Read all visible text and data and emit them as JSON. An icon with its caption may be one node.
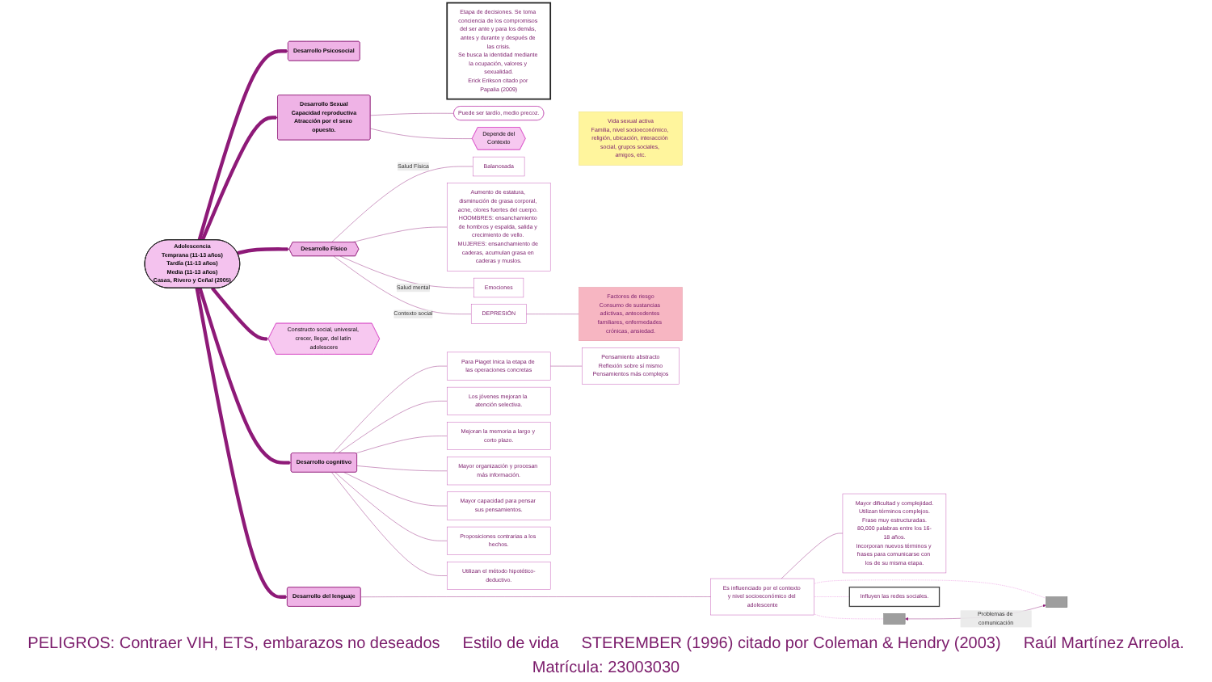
{
  "diagram": {
    "nodes": [
      {
        "text": [
          "Adolescencia",
          "Temprana (11-13 años)",
          "Tardía (11-13 años)",
          "Media (11-13 años)",
          "Casas, Rivero y Ceñal (2005)"
        ]
      },
      {
        "text": [
          "Desarrollo Psicosocial"
        ]
      },
      {
        "text": [
          "Etapa de decisiones. Se toma conciencia de los compromisos del ser ante y para los demás, antes y durante y después de las crisis.",
          "Se busca la identidad mediante la ocupación, valores y sexualidad.",
          "Erick Erikson citado por Papalia (2009)"
        ]
      },
      {
        "text": [
          "Desarrollo Sexual",
          "Capacidad reproductiva",
          "Atracción por el sexo opuesto."
        ]
      },
      {
        "text": [
          "Puede ser tardío, medio precoz."
        ]
      },
      {
        "text": [
          "Depende del",
          "Contexto"
        ]
      },
      {
        "text": [
          "Vida sexual activa",
          "Familia, nivel socioeconómico, religión, ubicación, interacción social, grupos sociales, amigos, etc."
        ]
      },
      {
        "text": [
          "Desarrollo Físico"
        ]
      },
      {
        "text": [
          "Balanceada"
        ]
      },
      {
        "text": [
          "Aumento de estatura, disminución de grasa corporal, acne, olores fuertes del cuerpo. HOOMBRES: ensanchamiento de hombros y espalda, salida y crecimiento de vello. MUJERES: ensanchamiento de caderas, acumulan grasa en caderas y muslos."
        ]
      },
      {
        "text": [
          "Emociones"
        ]
      },
      {
        "text": [
          "DEPRESIÓN"
        ]
      },
      {
        "text": [
          "Factores de riesgo",
          "Consumo de sustancias adictivas, antecedentes familiares, enfermedades crónicas, ansiedad."
        ]
      },
      {
        "text": [
          "Desarrollo cognitivo"
        ]
      },
      {
        "text": [
          "Para Piaget Inica la etapa de las operaciones concretas"
        ]
      },
      {
        "text": [
          "Pensamiento abstracto",
          "Reflexión sobre sí mismo",
          "Pensamientos más complejos"
        ]
      },
      {
        "text": [
          "Los jóvenes mejoran la atención selectiva."
        ]
      },
      {
        "text": [
          "Mejoran la memoria a largo y corto plazo."
        ]
      },
      {
        "text": [
          "Mayor organización y procesan más información."
        ]
      },
      {
        "text": [
          "Mayor capacidad para pensar sus pensamientos."
        ]
      },
      {
        "text": [
          "Proposiciones contrarias a los hechos."
        ]
      },
      {
        "text": [
          "Utilizan el método hipotético-deductivo."
        ]
      },
      {
        "text": [
          "Constructo social, univesral, crecer, llegar, del latín adolescere"
        ]
      },
      {
        "text": [
          "Desarrollo del lenguaje"
        ]
      },
      {
        "text": [
          "Es influenciado por el contexto y nivel socioeconómico del adolescente"
        ]
      },
      {
        "text": [
          "Mayor dificultad y complejidad.",
          "Utilizan términos complejos.",
          "Frase muy estructuradas.",
          "80,000 palabras entre los 16-18 años.",
          "Incorporan nuevos términos y frases para comunicarse con los de su misma etapa."
        ]
      },
      {
        "text": [],
        "shape": "box"
      },
      {
        "text": [],
        "shape": "box"
      },
      {
        "text": [
          "Influyen las redes sociales."
        ]
      }
    ],
    "edges": [
      {
        "from": 0,
        "to": 1,
        "arrow": "to",
        "style": "thick"
      },
      {
        "from": 0,
        "to": 3,
        "arrow": "to",
        "style": "thick"
      },
      {
        "from": 0,
        "to": 7,
        "arrow": "to",
        "style": "thick"
      },
      {
        "from": 0,
        "to": 13,
        "arrow": "to",
        "style": "thick"
      },
      {
        "from": 0,
        "to": 22,
        "arrow": "to",
        "style": "thick"
      },
      {
        "from": 0,
        "to": 23,
        "arrow": "to",
        "style": "thick"
      },
      {
        "from": 3,
        "to": 4,
        "arrow": "none"
      },
      {
        "from": 3,
        "to": 5,
        "arrow": "none"
      },
      {
        "from": 7,
        "to": 8,
        "label": "Salud Física",
        "arrow": "none"
      },
      {
        "from": 7,
        "to": 9,
        "arrow": "none"
      },
      {
        "from": 7,
        "to": 10,
        "label": "Salud mental",
        "arrow": "none"
      },
      {
        "from": 7,
        "to": 11,
        "label": "Contexto social",
        "arrow": "none"
      },
      {
        "from": 11,
        "to": 12,
        "arrow": "none"
      },
      {
        "from": 13,
        "to": 14,
        "arrow": "none"
      },
      {
        "from": 14,
        "to": 15,
        "arrow": "none"
      },
      {
        "from": 13,
        "to": 16,
        "arrow": "none"
      },
      {
        "from": 13,
        "to": 17,
        "arrow": "none"
      },
      {
        "from": 13,
        "to": 18,
        "arrow": "none"
      },
      {
        "from": 13,
        "to": 19,
        "arrow": "none"
      },
      {
        "from": 13,
        "to": 20,
        "arrow": "none"
      },
      {
        "from": 13,
        "to": 21,
        "arrow": "none"
      },
      {
        "from": 23,
        "to": 24,
        "arrow": "none"
      },
      {
        "from": 24,
        "to": 25,
        "arrow": "none"
      },
      {
        "from": 24,
        "to": 26,
        "arrow": "none",
        "style": "dashed",
        "color": "#e060d0"
      },
      {
        "from": 24,
        "to": 27,
        "arrow": "none",
        "style": "dashed",
        "color": "#e060d0"
      },
      {
        "from": 24,
        "to": 28,
        "arrow": "none",
        "style": "dashed",
        "color": "#e060d0"
      },
      {
        "from": 26,
        "to": 27,
        "label": "Problemas de comunicación",
        "arrow": "both"
      }
    ],
    "labels": [
      "PELIGROS: Contraer VIH, ETS, embarazos no deseados",
      "Estilo de vida",
      "STEREMBER (1996) citado por Coleman & Hendry (2003)",
      "Raúl Martínez Arreola.",
      "Matrícula: 23003030"
    ]
  }
}
